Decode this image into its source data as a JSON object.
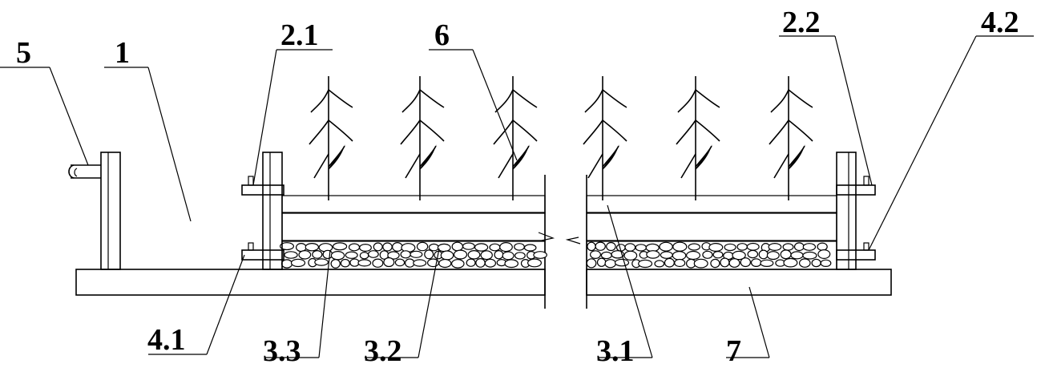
{
  "labels": {
    "l5": "5",
    "l1": "1",
    "l2_1": "2.1",
    "l6": "6",
    "l2_2": "2.2",
    "l4_2": "4.2",
    "l4_1": "4.1",
    "l3_3": "3.3",
    "l3_2": "3.2",
    "l3_1": "3.1",
    "l7": "7"
  }
}
